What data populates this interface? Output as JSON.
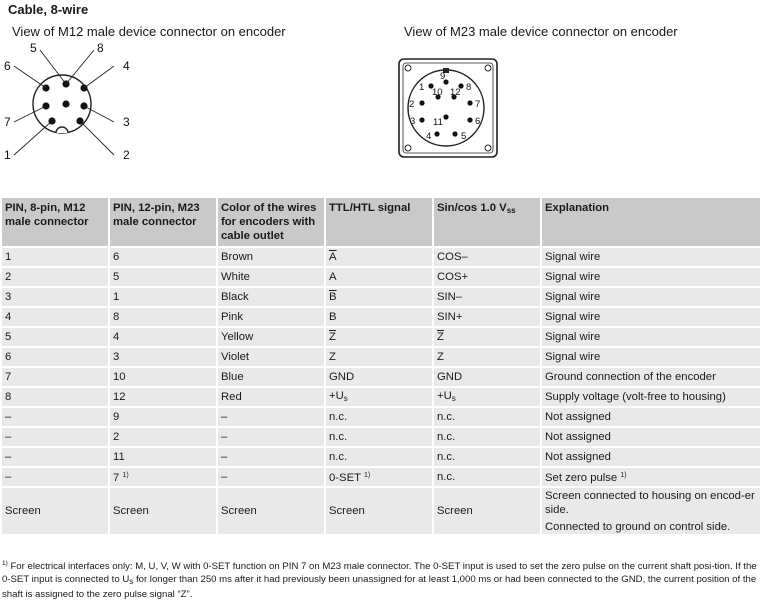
{
  "title": "Cable, 8-wire",
  "m12": {
    "caption": "View of M12 male device connector on encoder",
    "labels": [
      "1",
      "2",
      "3",
      "4",
      "5",
      "6",
      "7",
      "8"
    ]
  },
  "m23": {
    "caption": "View of M23 male device connector on encoder",
    "labels": [
      "1",
      "2",
      "3",
      "4",
      "5",
      "6",
      "7",
      "8",
      "9",
      "10",
      "11",
      "12"
    ]
  },
  "table": {
    "headers": {
      "pin_m12": "PIN, 8-pin, M12 male connector",
      "pin_m23": "PIN, 12-pin, M23 male connector",
      "color": "Color of the wires for encoders with cable outlet",
      "ttl": "TTL/HTL signal",
      "sincos_base": "Sin/cos 1.0 V",
      "sincos_sub": "ss",
      "explanation": "Explanation"
    },
    "rows": [
      {
        "m12": "1",
        "m23": "6",
        "color": "Brown",
        "ttl": "A",
        "sincos": "COS–",
        "expl": "Signal wire"
      },
      {
        "m12": "2",
        "m23": "5",
        "color": "White",
        "ttl": "A",
        "sincos": "COS+",
        "expl": "Signal wire"
      },
      {
        "m12": "3",
        "m23": "1",
        "color": "Black",
        "ttl": "B",
        "sincos": "SIN–",
        "expl": "Signal wire"
      },
      {
        "m12": "4",
        "m23": "8",
        "color": "Pink",
        "ttl": "B",
        "sincos": "SIN+",
        "expl": "Signal wire"
      },
      {
        "m12": "5",
        "m23": "4",
        "color": "Yellow",
        "ttl": "Z",
        "sincos": "Z",
        "expl": "Signal wire"
      },
      {
        "m12": "6",
        "m23": "3",
        "color": "Violet",
        "ttl": "Z",
        "sincos": "Z",
        "expl": "Signal wire"
      },
      {
        "m12": "7",
        "m23": "10",
        "color": "Blue",
        "ttl": "GND",
        "sincos": "GND",
        "expl": "Ground connection of the encoder"
      },
      {
        "m12": "8",
        "m23": "12",
        "color": "Red",
        "ttl_base": "+U",
        "ttl_sub": "s",
        "sincos_base": "+U",
        "sincos_sub": "s",
        "expl": "Supply voltage (volt-free to housing)"
      },
      {
        "m12": "–",
        "m23": "9",
        "color": "–",
        "ttl": "n.c.",
        "sincos": "n.c.",
        "expl": "Not assigned"
      },
      {
        "m12": "–",
        "m23": "2",
        "color": "–",
        "ttl": "n.c.",
        "sincos": "n.c.",
        "expl": "Not assigned"
      },
      {
        "m12": "–",
        "m23": "11",
        "color": "–",
        "ttl": "n.c.",
        "sincos": "n.c.",
        "expl": "Not assigned"
      },
      {
        "m12": "–",
        "m23": "7",
        "m23_sup": "1)",
        "color": "–",
        "ttl": "0-SET",
        "ttl_sup": "1)",
        "sincos": "n.c.",
        "expl": "Set zero pulse",
        "expl_sup": "1)"
      },
      {
        "m12": "Screen",
        "m23": "Screen",
        "color": "Screen",
        "ttl": "Screen",
        "sincos": "Screen",
        "expl1": "Screen connected to housing on encod-er side.",
        "expl2": "Connected to ground on control side."
      }
    ]
  },
  "footnote": {
    "mark": "1)",
    "part1": " For electrical interfaces only: M, U, V, W with 0-SET function on PIN 7 on M23 male connector. The 0-SET input is used to set the zero pulse on the current shaft posi-tion. If the 0-SET input is connected to U",
    "sub": "s",
    "part2": " for longer than 250 ms after it had previously been unassigned for at least 1,000 ms or had been connected to the GND, the current position of the shaft is assigned to the zero pulse signal “Z”."
  }
}
